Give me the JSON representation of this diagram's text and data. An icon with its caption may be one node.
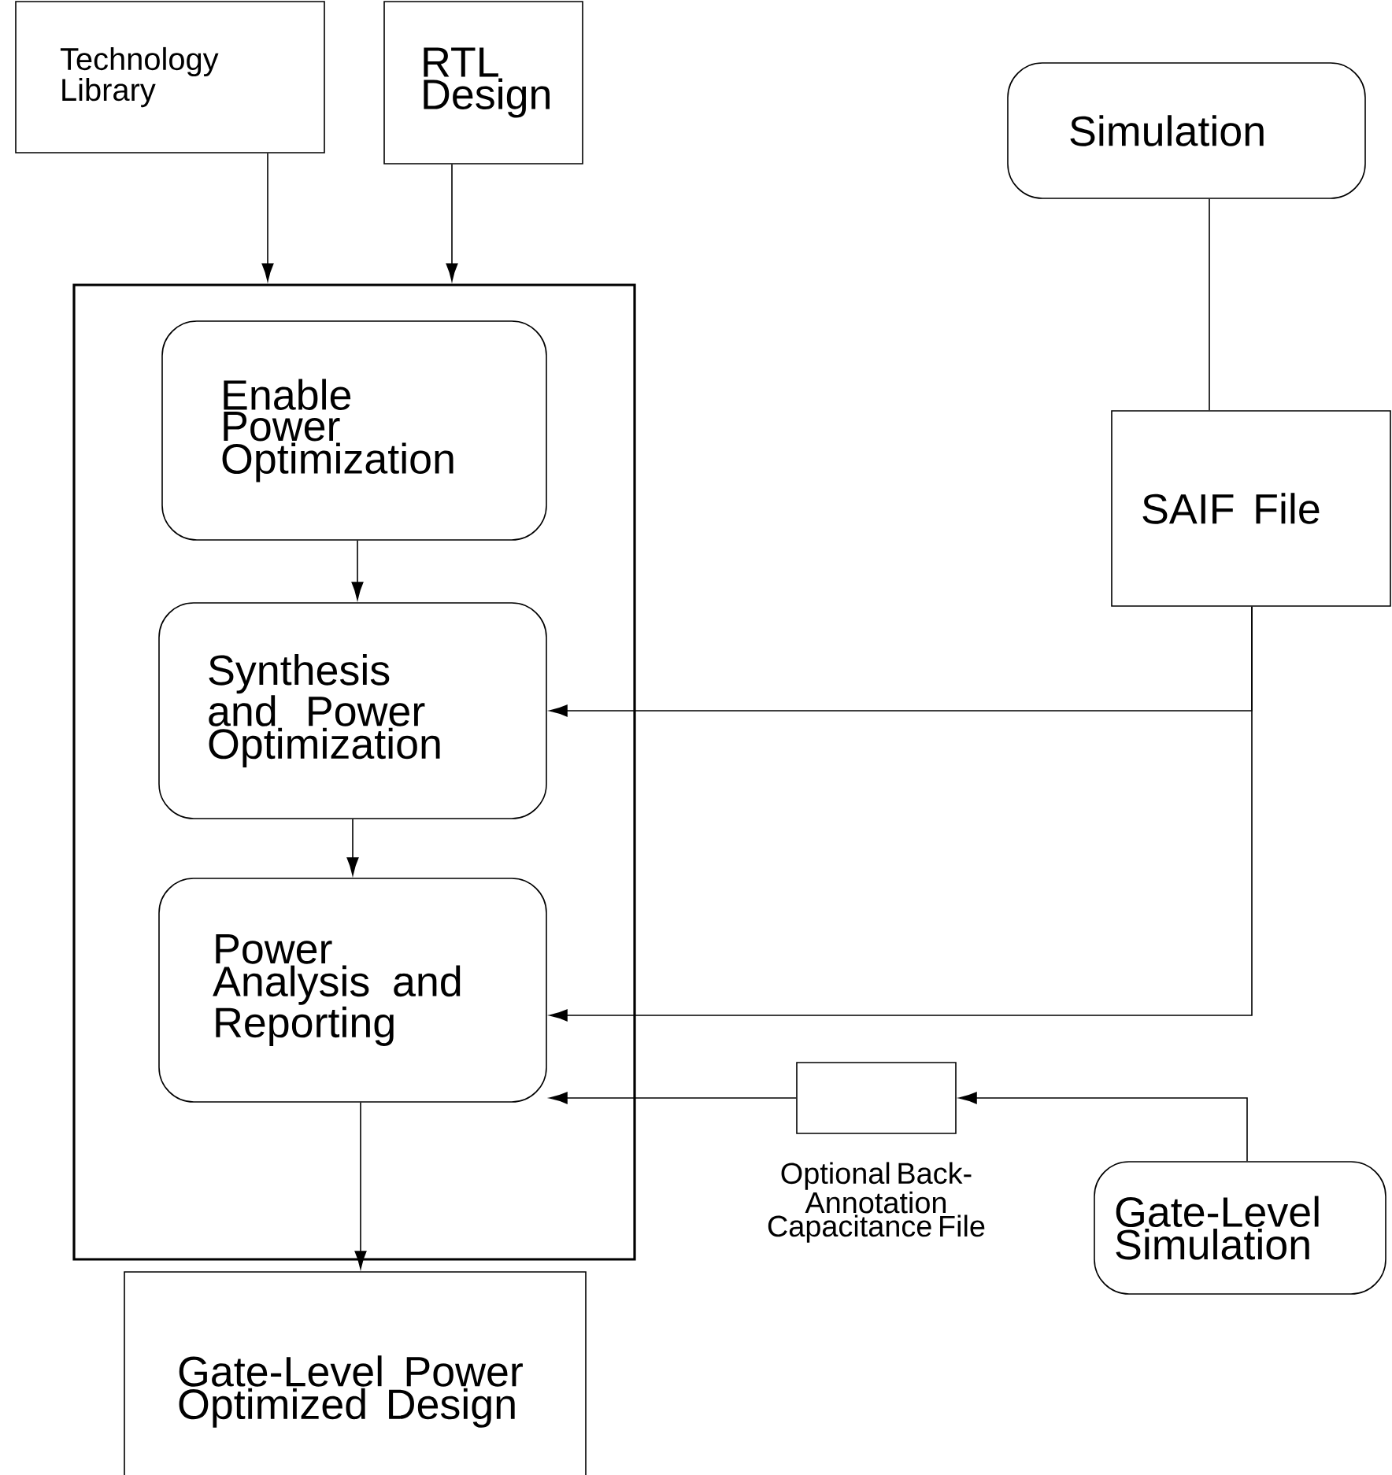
{
  "diagram": {
    "nodes": [
      {
        "text": [
          "Technology Library"
        ]
      },
      {
        "text": [
          "RTL Design"
        ]
      },
      {
        "text": [
          "Simulation"
        ]
      },
      {
        "text": [],
        "shape": "box"
      },
      {
        "text": [
          "Enable Power Optimization"
        ],
        "in": 3
      },
      {
        "text": [
          "Synthesis and Power Optimization"
        ],
        "in": 3
      },
      {
        "text": [
          "Power Analysis and Reporting"
        ],
        "in": 3
      },
      {
        "text": [
          "SAIF File"
        ]
      },
      {
        "text": [],
        "shape": "box",
        "beside": [
          "Optional Back-Annotation Capacitance File"
        ]
      },
      {
        "text": [
          "Gate-Level Simulation"
        ]
      },
      {
        "text": [
          "Gate-Level Power Optimized Design"
        ]
      }
    ],
    "edges": [
      {
        "from": 0,
        "to": 3,
        "arrow": "to"
      },
      {
        "from": 1,
        "to": 3,
        "arrow": "to"
      },
      {
        "from": 2,
        "to": 7,
        "arrow": "none"
      },
      {
        "from": 4,
        "to": 5,
        "arrow": "to"
      },
      {
        "from": 5,
        "to": 6,
        "arrow": "to"
      },
      {
        "from": 7,
        "to": 5,
        "arrow": "to"
      },
      {
        "from": 7,
        "to": 6,
        "arrow": "to"
      },
      {
        "from": 8,
        "to": 6,
        "arrow": "to"
      },
      {
        "from": 9,
        "to": 8,
        "arrow": "to"
      },
      {
        "from": 6,
        "to": 10,
        "arrow": "to"
      }
    ]
  }
}
